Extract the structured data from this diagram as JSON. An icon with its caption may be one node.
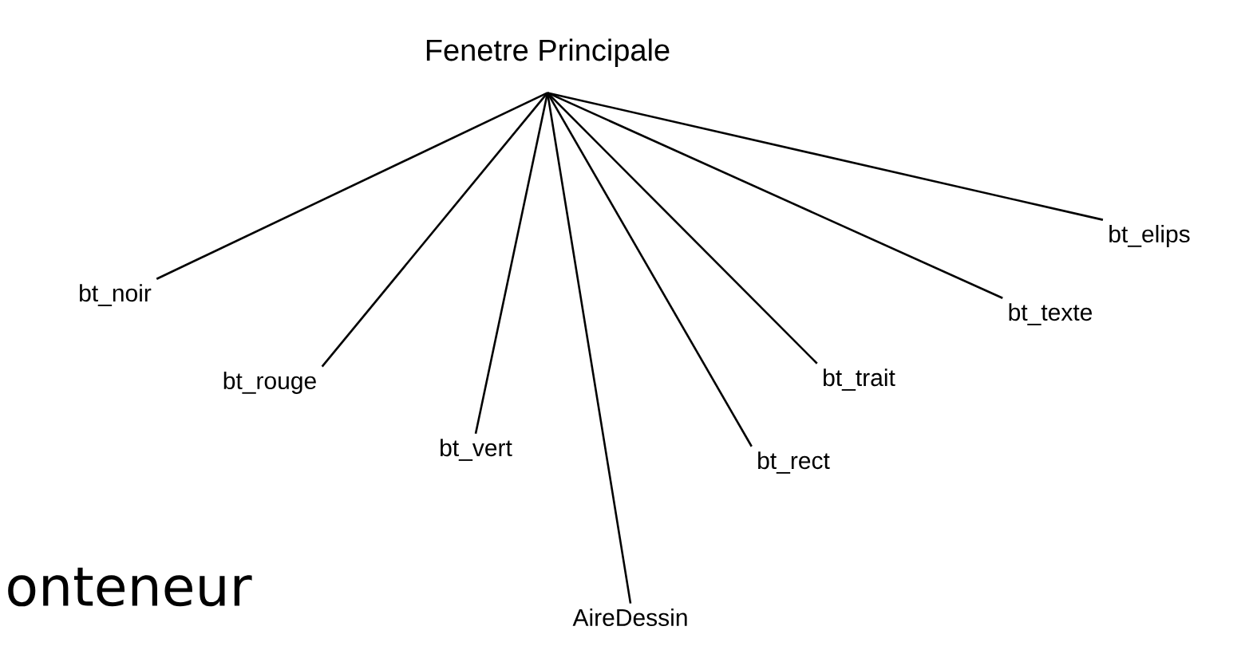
{
  "diagram": {
    "nodes": [
      {
        "text": [
          "Fenetre Principale"
        ]
      },
      {
        "text": [
          "bt_noir"
        ]
      },
      {
        "text": [
          "bt_rouge"
        ]
      },
      {
        "text": [
          "bt_vert"
        ]
      },
      {
        "text": [
          "AireDessin"
        ]
      },
      {
        "text": [
          "bt_rect"
        ]
      },
      {
        "text": [
          "bt_trait"
        ]
      },
      {
        "text": [
          "bt_texte"
        ]
      },
      {
        "text": [
          "bt_elips"
        ]
      }
    ],
    "edges": [
      {
        "from": 0,
        "to": 1,
        "arrow": "none"
      },
      {
        "from": 0,
        "to": 2,
        "arrow": "none"
      },
      {
        "from": 0,
        "to": 3,
        "arrow": "none"
      },
      {
        "from": 0,
        "to": 4,
        "arrow": "none"
      },
      {
        "from": 0,
        "to": 5,
        "arrow": "none"
      },
      {
        "from": 0,
        "to": 6,
        "arrow": "none"
      },
      {
        "from": 0,
        "to": 7,
        "arrow": "none"
      },
      {
        "from": 0,
        "to": 8,
        "arrow": "none"
      }
    ],
    "labels": [
      "onteneur"
    ]
  }
}
